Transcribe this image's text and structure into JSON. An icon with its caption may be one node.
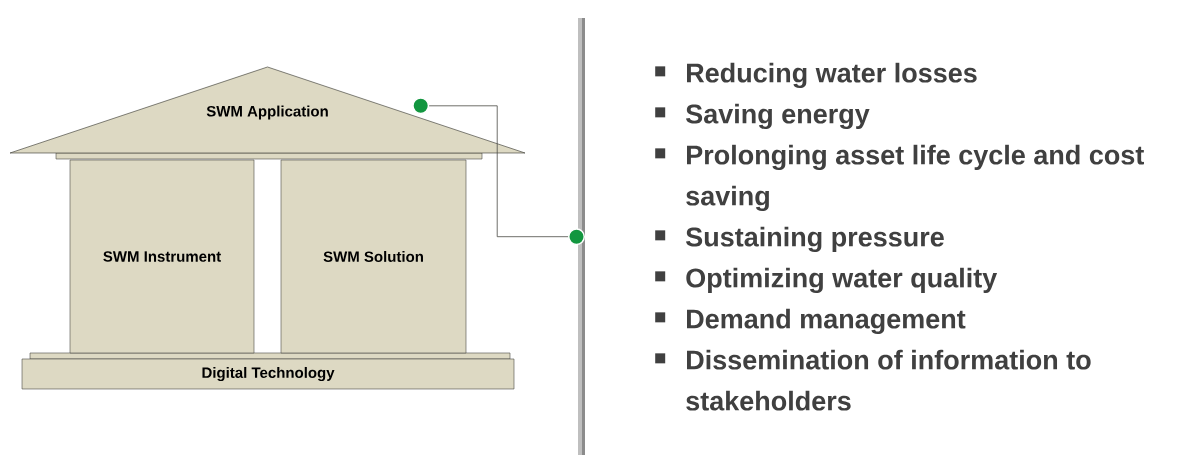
{
  "diagram": {
    "nodes": [
      {
        "text": [
          "SWM Application"
        ]
      },
      {
        "text": [
          "SWM Instrument"
        ]
      },
      {
        "text": [
          "SWM Solution"
        ]
      },
      {
        "text": [
          "Digital Technology"
        ]
      },
      {
        "text": [
          "Reducing water losses",
          "Saving energy",
          "Prolonging asset life cycle and cost saving",
          "Sustaining pressure",
          "Optimizing water quality",
          "Demand management",
          "Dissemination of information to stakeholders"
        ]
      }
    ],
    "edges": [
      {
        "from": 0,
        "to": 4,
        "arrow": "other"
      }
    ]
  }
}
